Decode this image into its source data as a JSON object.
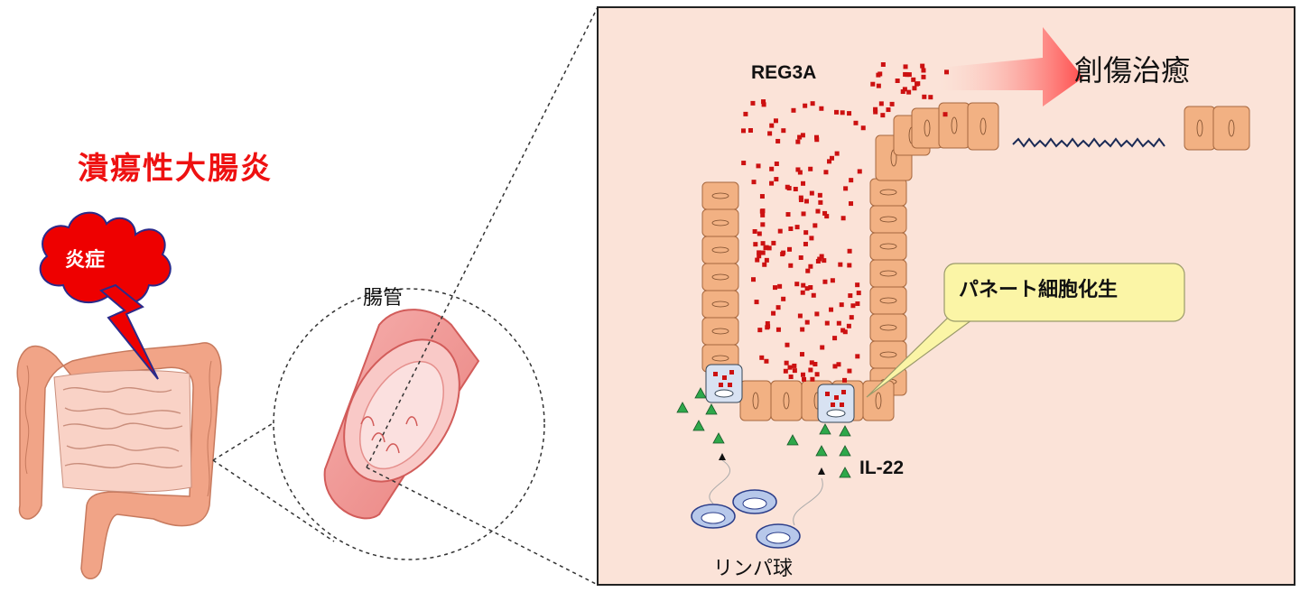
{
  "title": "潰瘍性大腸炎",
  "inflammation_label": "炎症",
  "intestinal_tube_label": "腸管",
  "reg3a_label": "REG3A",
  "wound_healing_label": "創傷治癒",
  "paneth_metaplasia_label": "パネート細胞化生",
  "il22_label": "IL-22",
  "lymphocyte_label": "リンパ球",
  "colors": {
    "title": "#ee1111",
    "inflammation_cloud": "#ee0000",
    "panel_background": "#fbe3d8",
    "epithelial_cell": "#f2b183",
    "reg3a_granule": "#cc1111",
    "il22_triangle": "#2ea84a",
    "callout_fill": "#fbf5a6",
    "arrow": "#ff5050"
  }
}
